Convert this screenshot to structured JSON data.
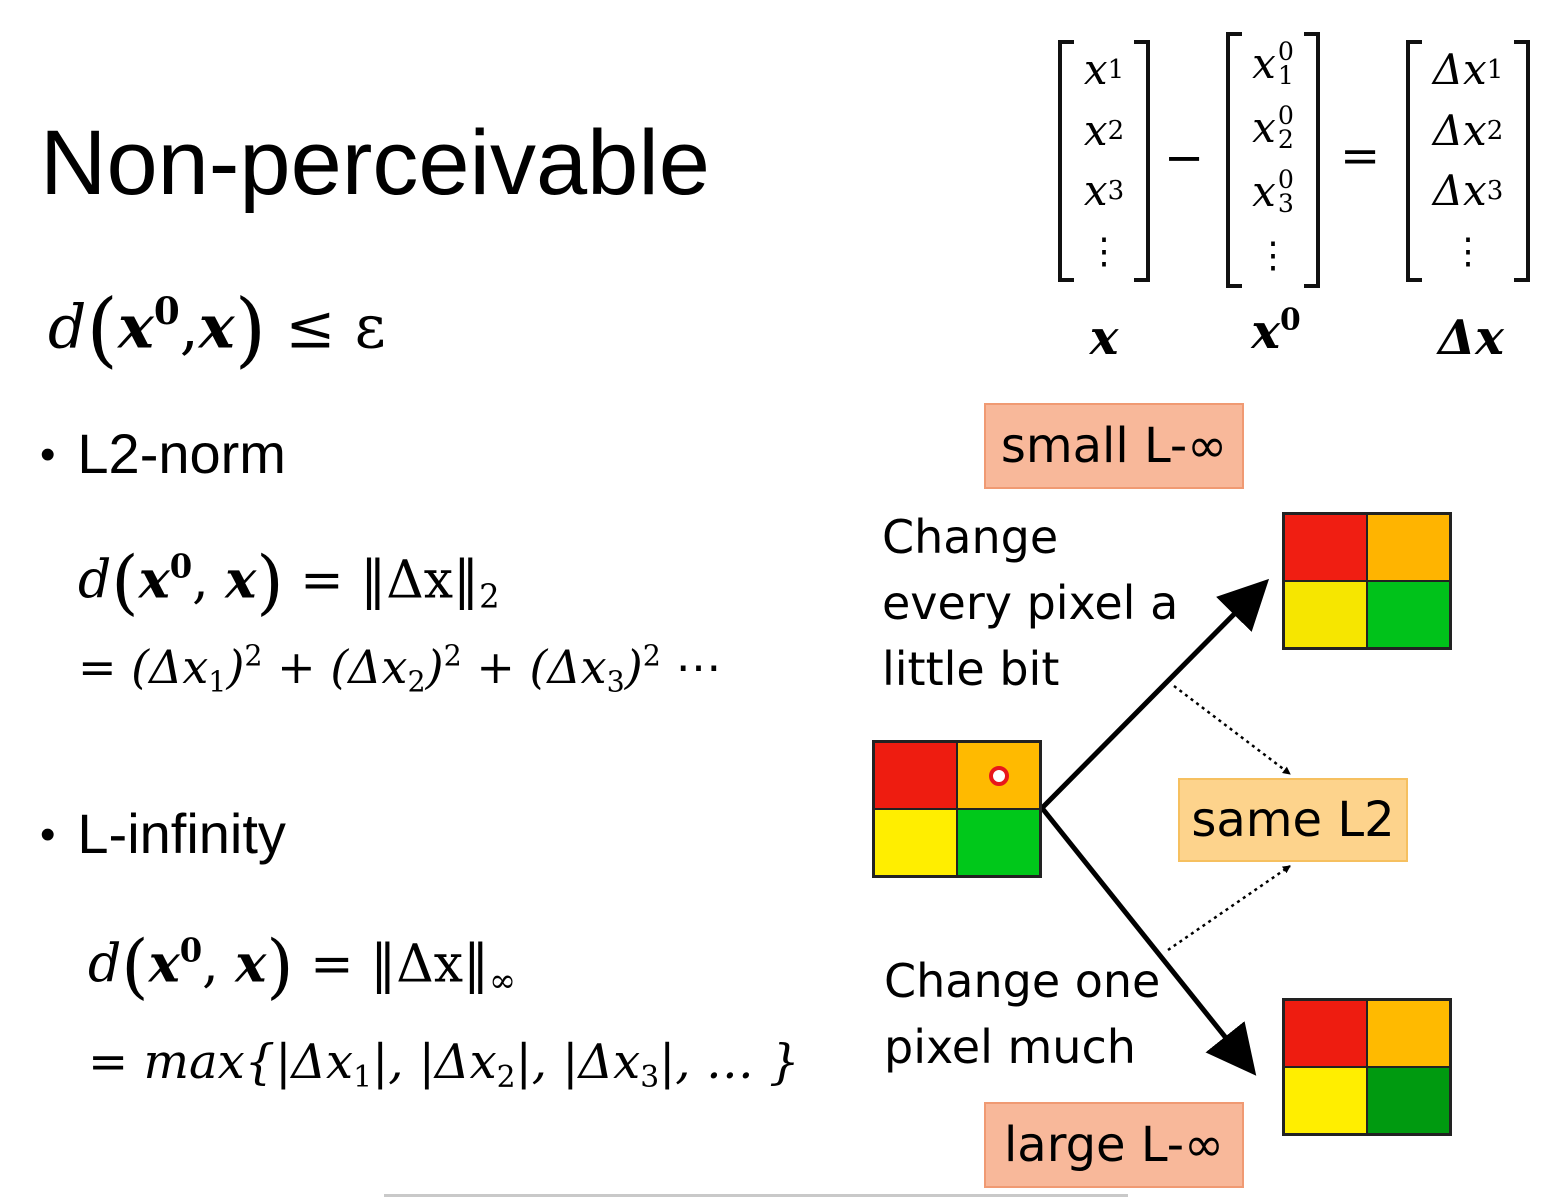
{
  "slide": {
    "title": "Non-perceivable",
    "constraint": {
      "d": "d",
      "x0": "x",
      "sup0": "0",
      "comma": ",",
      "x": "x",
      "rest": "≤ ε"
    },
    "l2": {
      "bullet": "L2-norm",
      "line1_lhs": "d",
      "line1_x0": "x",
      "line1_sup": "0",
      "line1_x": "x",
      "line1_rhs": "= ‖Δx‖",
      "line1_sub": "2",
      "line2": {
        "eq": "= (Δx",
        "s1": "1",
        "p1": ")",
        "e1": "2",
        "plus1": " + (Δx",
        "s2": "2",
        "p2": ")",
        "e2": "2",
        "plus2": " + (Δx",
        "s3": "3",
        "p3": ")",
        "e3": "2",
        "tail": " ⋯"
      }
    },
    "linf": {
      "bullet": "L-infinity",
      "line1_lhs": "d",
      "line1_x0": "x",
      "line1_sup": "0",
      "line1_x": "x",
      "line1_rhs": "= ‖Δx‖",
      "line1_sub": "∞",
      "line2": {
        "eq": "= max{|Δx",
        "s1": "1",
        "c1": "|, |Δx",
        "s2": "2",
        "c2": "|, |Δx",
        "s3": "3",
        "c3": "|, … }"
      }
    },
    "vectors": {
      "x": {
        "entries": [
          "x",
          "x",
          "x"
        ],
        "subs": [
          "1",
          "2",
          "3"
        ],
        "label": "x"
      },
      "minus": "−",
      "x0": {
        "entries": [
          "x",
          "x",
          "x"
        ],
        "subs": [
          "1",
          "2",
          "3"
        ],
        "sups": [
          "0",
          "0",
          "0"
        ],
        "label": "x",
        "label_sup": "0"
      },
      "equals": "=",
      "dx": {
        "entries": [
          "Δx",
          "Δx",
          "Δx"
        ],
        "subs": [
          "1",
          "2",
          "3"
        ],
        "label": "Δx"
      },
      "vdots": "⋮"
    },
    "diagram": {
      "small_linf": "small L-∞",
      "same_l2": "same L2",
      "large_linf": "large L-∞",
      "note_top": [
        "Change",
        "every pixel a",
        "little bit"
      ],
      "note_bottom": [
        "Change one",
        "pixel much"
      ],
      "colors": {
        "red": "#ee1c10",
        "orange": "#ffba00",
        "yellow": "#ffee00",
        "green": "#00c81a",
        "dark_green": "#009a10",
        "marker": "#e8161b"
      }
    }
  }
}
